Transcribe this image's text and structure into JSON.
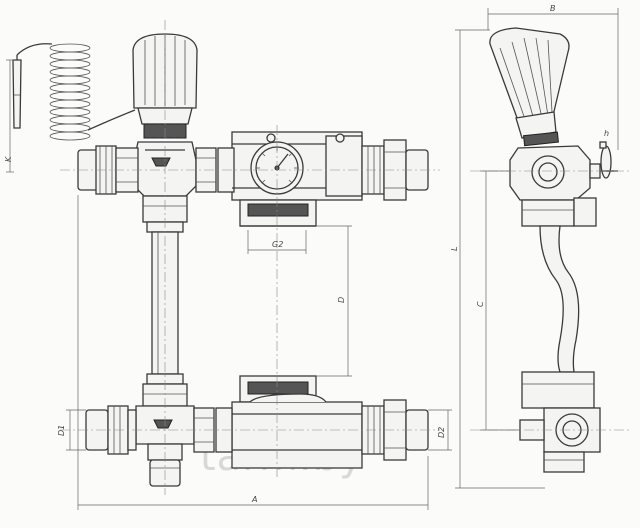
{
  "watermark": "tarm.by",
  "dimension_labels": {
    "K": "K",
    "D1": "D1",
    "G2": "G2",
    "D": "D",
    "A": "A",
    "B": "B",
    "L": "L",
    "C": "C",
    "D2": "D2"
  }
}
